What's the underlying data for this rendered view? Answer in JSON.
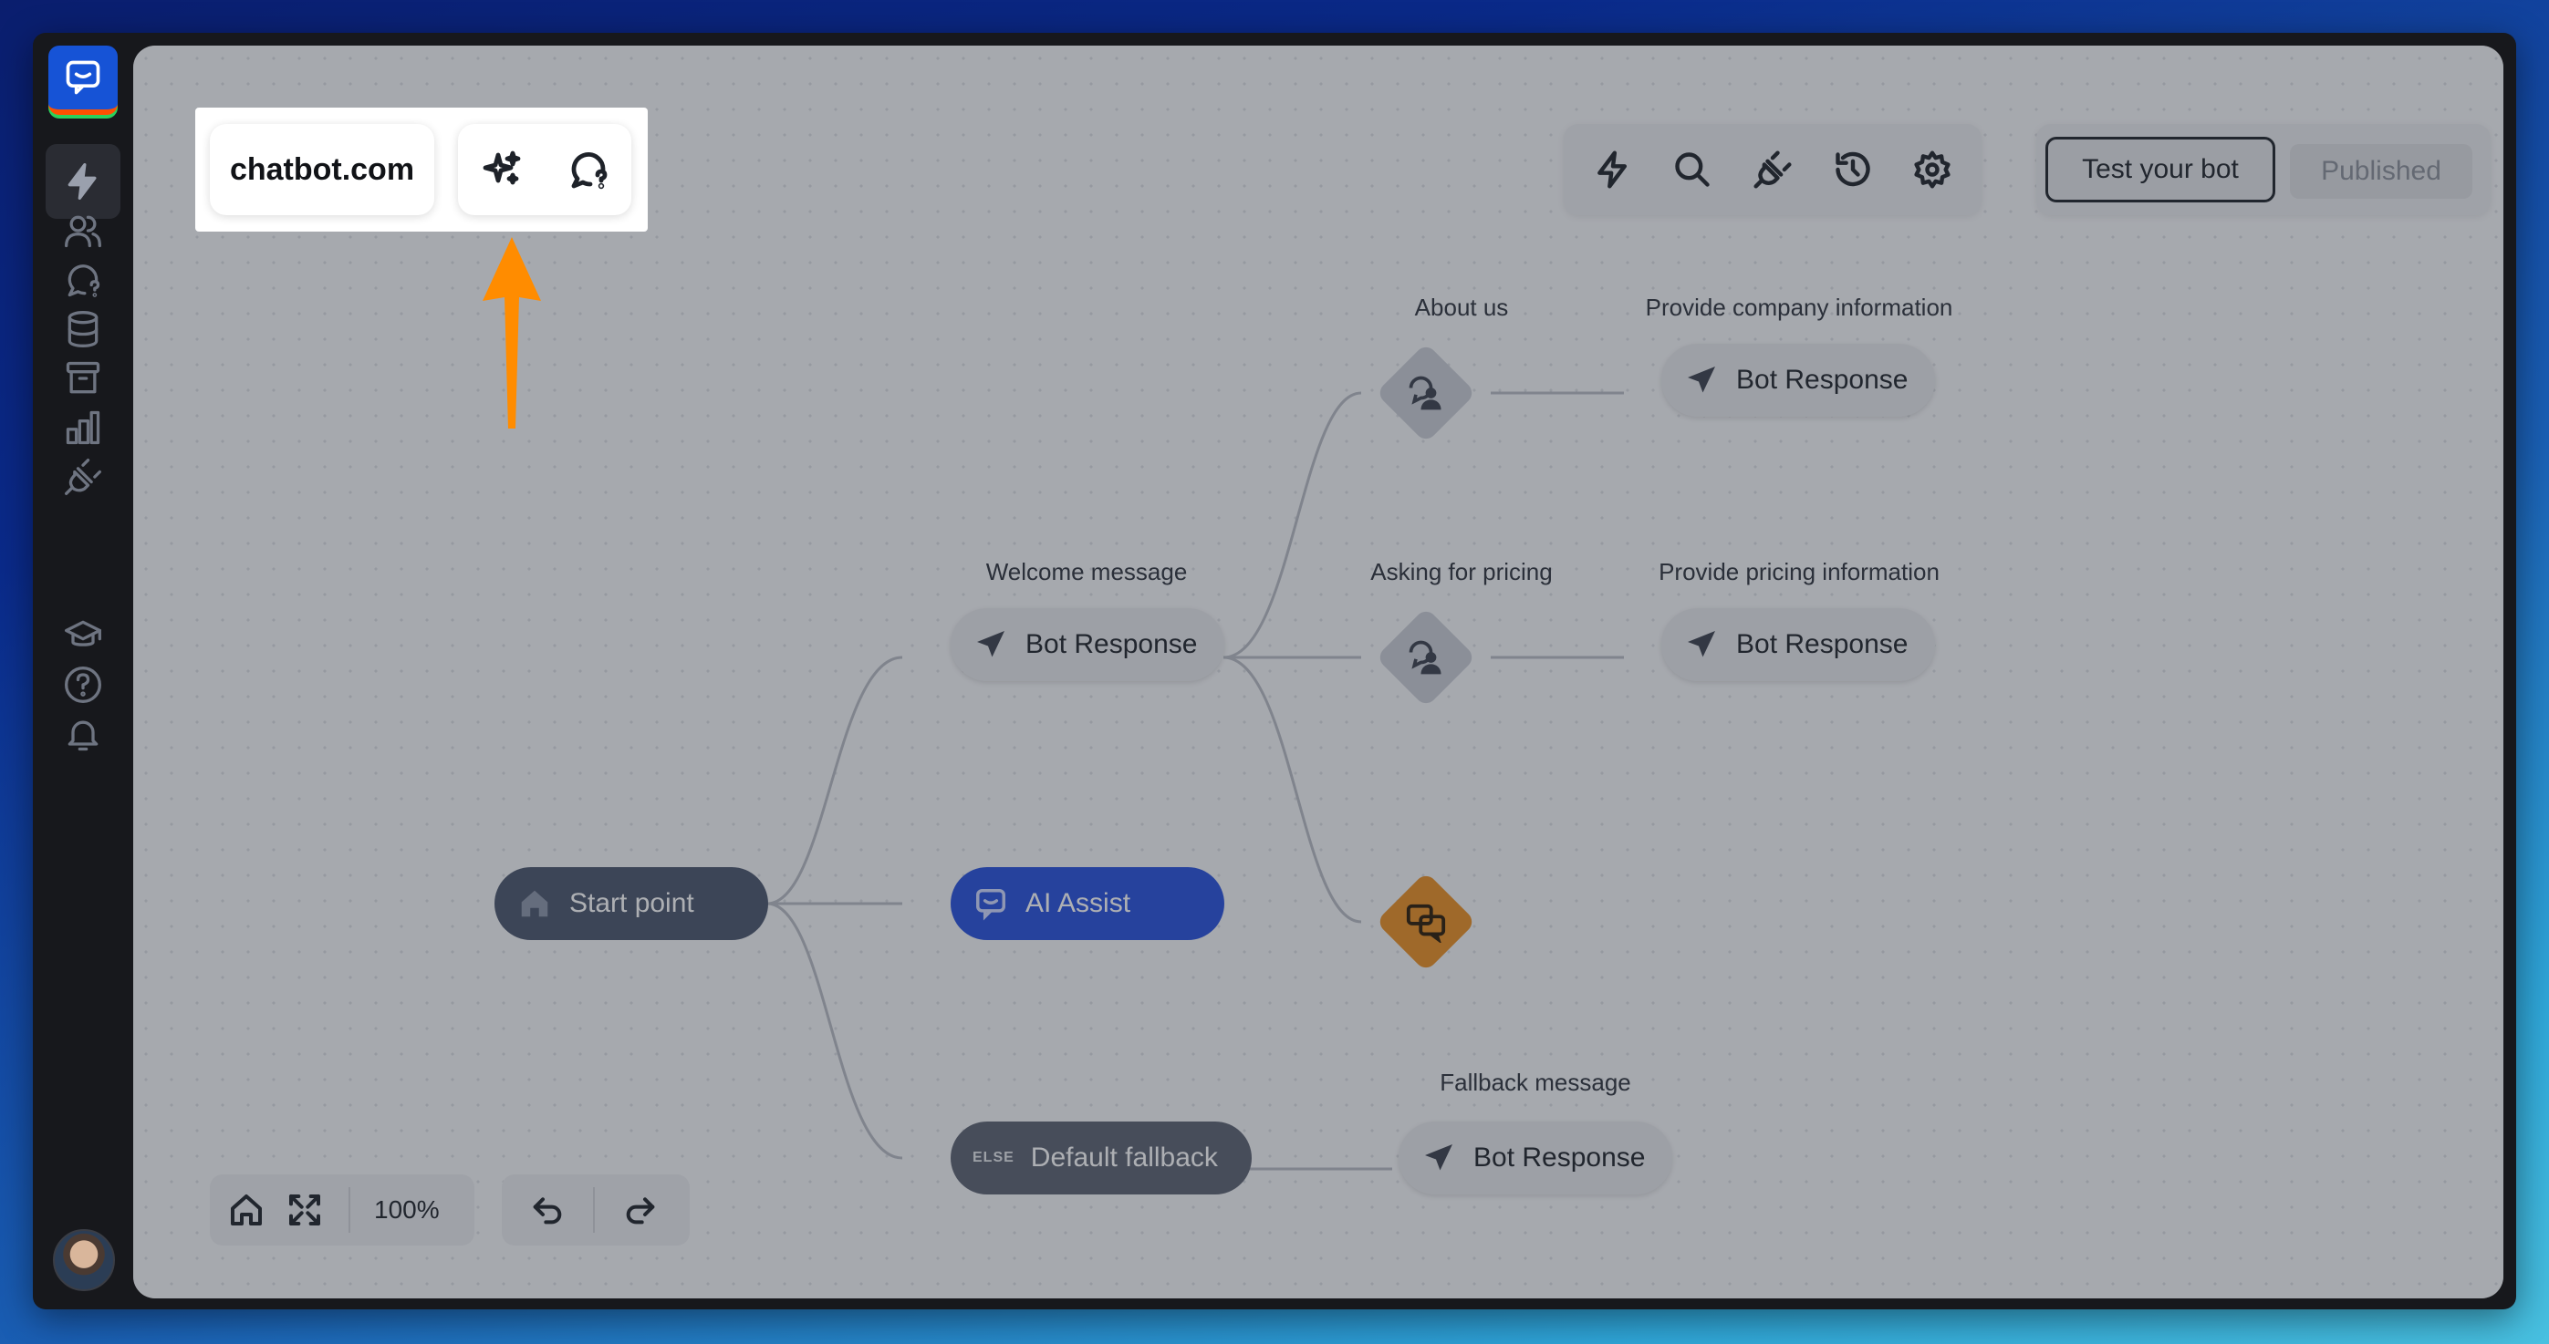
{
  "sidebar": {
    "items": [
      {
        "name": "automations",
        "icon": "lightning-icon",
        "active": true
      },
      {
        "name": "users",
        "icon": "users-icon"
      },
      {
        "name": "chats",
        "icon": "chat-question-icon"
      },
      {
        "name": "knowledge",
        "icon": "database-icon"
      },
      {
        "name": "archive",
        "icon": "archive-icon"
      },
      {
        "name": "reports",
        "icon": "bar-chart-icon"
      },
      {
        "name": "integrations",
        "icon": "plug-icon"
      }
    ],
    "bottom_items": [
      {
        "name": "academy",
        "icon": "graduation-cap-icon"
      },
      {
        "name": "help",
        "icon": "help-circle-icon"
      },
      {
        "name": "notifications",
        "icon": "bell-icon"
      }
    ]
  },
  "header": {
    "brand": "chatbot.com",
    "test_button": "Test your bot",
    "published_button": "Published",
    "tools": [
      "lightning-icon",
      "search-icon",
      "plug-icon",
      "history-icon",
      "gear-icon"
    ]
  },
  "flow": {
    "start": "Start point",
    "ai_assist": "AI Assist",
    "fallback_tag": "ELSE",
    "fallback": "Default fallback",
    "welcome_label": "Welcome message",
    "welcome_node": "Bot Response",
    "about_label": "About us",
    "pricing_label": "Asking for pricing",
    "company_label": "Provide company information",
    "company_node": "Bot Response",
    "pricing_info_label": "Provide pricing information",
    "pricing_info_node": "Bot Response",
    "fallback_msg_label": "Fallback message",
    "fallback_msg_node": "Bot Response"
  },
  "footer": {
    "zoom": "100%"
  },
  "colors": {
    "accent": "#2650dc",
    "highlight_arrow": "#ff8c00",
    "question_node": "#e88f22"
  }
}
